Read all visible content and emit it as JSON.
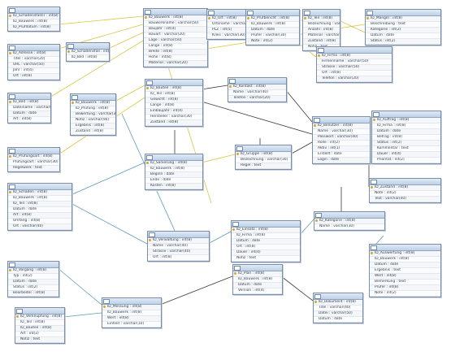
{
  "diagram": {
    "tables": [
      {
        "name": "",
        "fields": [
          "ID_Schadensfallnr : int(8)",
          "ID_Bauwerk : int(8)",
          "ID_Prüfdatum : int(8)"
        ]
      },
      {
        "name": "",
        "fields": [
          "ID_Adresse : int(8)",
          "Titel : varchar(20)",
          "URL : varchar(50)",
          "Jahr : int(4)",
          "Ort : int(8)"
        ]
      },
      {
        "name": "",
        "fields": [
          "ID_Schadensfall : int(8)",
          "ID_Bild : int(8)"
        ]
      },
      {
        "name": "",
        "fields": [
          "ID_Bild : int(8)",
          "Dateiname : varchar(50)",
          "Datum : date",
          "Art : int(8)"
        ]
      },
      {
        "name": "",
        "fields": [
          "ID_Bauwerk : int(8)",
          "ID_Prüfung : int(8)",
          "Bewertung : varchar(30)",
          "Notiz : varchar(90)",
          "Ergebnis : int(8)",
          "Zustand : int(8)"
        ]
      },
      {
        "name": "",
        "fields": [
          "ID_Prüfungsart : int(8)",
          "Prüfungsart : varchar(30)",
          "Regelwerk : text"
        ]
      },
      {
        "name": "",
        "fields": [
          "ID_Bauwerk : int(8)",
          "Bauwerkname : varchar(50)",
          "Baujahr : int(4)",
          "Bauart : varchar(20)",
          "Lage : varchar(50)",
          "Länge : int(8)",
          "Breite : int(8)",
          "Höhe : int(8)",
          "Material : varchar(20)"
        ]
      },
      {
        "name": "",
        "fields": [
          "ID_Ort : int(8)",
          "Ortsname : varchar(40)",
          "PLZ : int(5)",
          "Kreis : varchar(30)"
        ]
      },
      {
        "name": "",
        "fields": [
          "ID_Prüfbericht : int(8)",
          "ID_Bauwerk : int(8)",
          "Datum : date",
          "Prüfer : varchar(30)",
          "Note : int(2)"
        ]
      },
      {
        "name": "",
        "fields": [
          "ID_Teil : int(8)",
          "Bezeichnung : varchar(40)",
          "Anzahl : int(8)",
          "Material : varchar(20)",
          "Zustand : int(8)",
          "Notiz : text"
        ]
      },
      {
        "name": "",
        "fields": [
          "ID_Mangel : int(8)",
          "Beschreibung : text",
          "Kategorie : int(2)",
          "Datum : date",
          "Status : int(2)"
        ]
      },
      {
        "name": "",
        "fields": [
          "ID_Bauteil : int(8)",
          "ID_Teil : int(8)",
          "Gewicht : int(8)",
          "Länge : int(8)",
          "Einbaujahr : int(4)",
          "Hersteller : varchar(30)",
          "Zustand : int(8)"
        ]
      },
      {
        "name": "",
        "fields": [
          "ID_Kontakt : int(8)",
          "Name : varchar(40)",
          "Telefon : varchar(20)"
        ]
      },
      {
        "name": "",
        "fields": [
          "ID_Firma : int(8)",
          "Firmenname : varchar(50)",
          "Strasse : varchar(50)",
          "Ort : int(8)",
          "Telefon : varchar(20)"
        ]
      },
      {
        "name": "",
        "fields": [
          "ID_Auftrag : int(8)",
          "ID_Firma : int(8)",
          "Datum : date",
          "Betrag : int(8)",
          "Status : int(2)",
          "Kommentar : text",
          "Dauer : int(4)",
          "Priorität : int(2)"
        ]
      },
      {
        "name": "",
        "fields": [
          "ID_Benutzer : int(8)",
          "Name : varchar(30)",
          "Passwort : varchar(40)",
          "Rolle : int(2)",
          "Aktiv : int(1)",
          "Erstellt : date",
          "Login : date"
        ]
      },
      {
        "name": "",
        "fields": [
          "ID_Sanierung : int(8)",
          "ID_Bauwerk : int(8)",
          "Beginn : date",
          "Ende : date",
          "Kosten : int(8)"
        ]
      },
      {
        "name": "",
        "fields": [
          "ID_Gruppe : int(8)",
          "Bezeichnung : varchar(30)",
          "Regel : text"
        ]
      },
      {
        "name": "",
        "fields": [
          "ID_Schaden : int(8)",
          "ID_Bauwerk : int(8)",
          "ID_Teil : int(8)",
          "Datum : date",
          "Art : int(8)",
          "Umfang : int(8)",
          "Ort : varchar(40)"
        ]
      },
      {
        "name": "",
        "fields": [
          "ID_Zustand : int(8)",
          "Note : int(2)",
          "Text : varchar(40)"
        ]
      },
      {
        "name": "",
        "fields": [
          "ID_Verwaltung : int(8)",
          "Name : varchar(40)",
          "Strasse : varchar(40)",
          "Ort : int(8)"
        ]
      },
      {
        "name": "",
        "fields": [
          "ID_Einsatz : int(8)",
          "ID_Firma : int(8)",
          "Datum : date",
          "Ort : int(8)",
          "Dauer : int(4)",
          "Notiz : text"
        ]
      },
      {
        "name": "",
        "fields": [
          "ID_Kategorie : int(8)",
          "Name : varchar(30)"
        ]
      },
      {
        "name": "",
        "fields": [
          "ID_Auswertung : int(8)",
          "ID_Bauwerk : int(8)",
          "Datum : date",
          "Ergebnis : text",
          "Wert : int(8)",
          "Bemerkung : text",
          "Prüfer : int(8)",
          "Note : int(2)"
        ]
      },
      {
        "name": "",
        "fields": [
          "ID_Vorgang : int(8)",
          "Typ : int(2)",
          "Datum : date",
          "Status : int(2)",
          "Bearbeiter : int(8)"
        ]
      },
      {
        "name": "",
        "fields": [
          "ID_Messung : int(8)",
          "ID_Bauwerk : int(8)",
          "Wert : int(8)",
          "Einheit : varchar(10)"
        ]
      },
      {
        "name": "",
        "fields": [
          "ID_Verknüpfung : int(8)",
          "ID_Teil : int(8)",
          "ID_Bauteil : int(8)",
          "Art : int(2)",
          "Notiz : text"
        ]
      },
      {
        "name": "",
        "fields": [
          "ID_Dokument : int(8)",
          "Titel : varchar(40)",
          "Datei : varchar(50)",
          "Datum : date"
        ]
      },
      {
        "name": "",
        "fields": [
          "ID_Plan : int(8)",
          "ID_Bauwerk : int(8)",
          "Datum : date",
          "Version : int(4)"
        ]
      }
    ]
  }
}
